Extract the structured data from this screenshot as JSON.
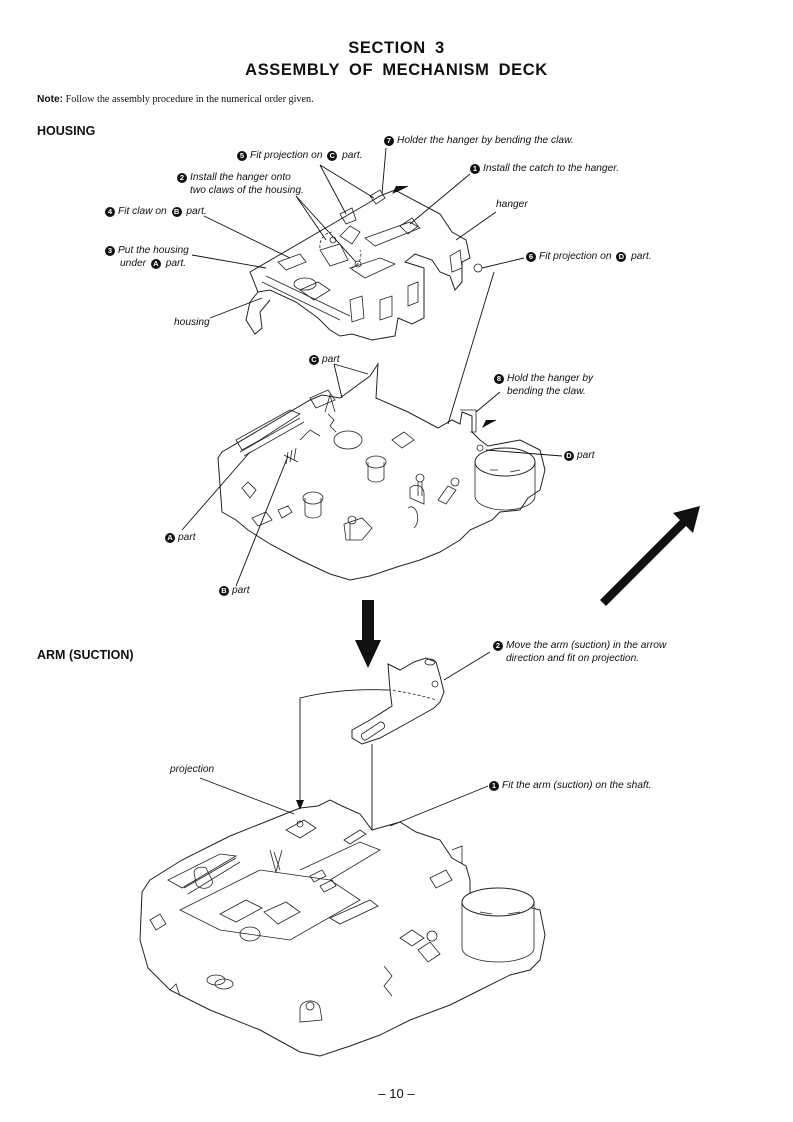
{
  "header": {
    "section": "SECTION 3",
    "title": "ASSEMBLY OF MECHANISM DECK"
  },
  "note": {
    "label": "Note:",
    "text": " Follow the assembly procedure in the numerical order given."
  },
  "housing": {
    "heading": "HOUSING",
    "steps": [
      {
        "num": "1",
        "text": "Install the catch to the hanger."
      },
      {
        "num": "2",
        "line1": "Install the hanger onto",
        "line2": "two claws of the housing."
      },
      {
        "num": "3",
        "line1": "Put the housing",
        "line2_pre": "under ",
        "ref": "A",
        "line2_post": " part."
      },
      {
        "num": "4",
        "pre": "Fit claw on ",
        "ref": "B",
        "post": " part."
      },
      {
        "num": "5",
        "pre": "Fit projection on ",
        "ref": "C",
        "post": " part."
      },
      {
        "num": "6",
        "pre": "Fit projection on ",
        "ref": "D",
        "post": " part."
      },
      {
        "num": "7",
        "text": "Holder the hanger by bending the claw."
      },
      {
        "num": "8",
        "line1": "Hold the hanger by",
        "line2": "bending the claw."
      }
    ],
    "labels": {
      "hanger": "hanger",
      "housing": "housing"
    },
    "parts": [
      {
        "ref": "A",
        "text": "part"
      },
      {
        "ref": "B",
        "text": "part"
      },
      {
        "ref": "C",
        "text": "part"
      },
      {
        "ref": "D",
        "text": "part"
      }
    ]
  },
  "arm": {
    "heading": "ARM (SUCTION)",
    "steps": [
      {
        "num": "1",
        "text": "Fit the arm (suction) on the shaft."
      },
      {
        "num": "2",
        "line1": "Move the arm (suction) in the arrow",
        "line2": "direction and fit on projection."
      }
    ],
    "labels": {
      "projection": "projection"
    }
  },
  "footer": {
    "page": "– 10 –"
  }
}
